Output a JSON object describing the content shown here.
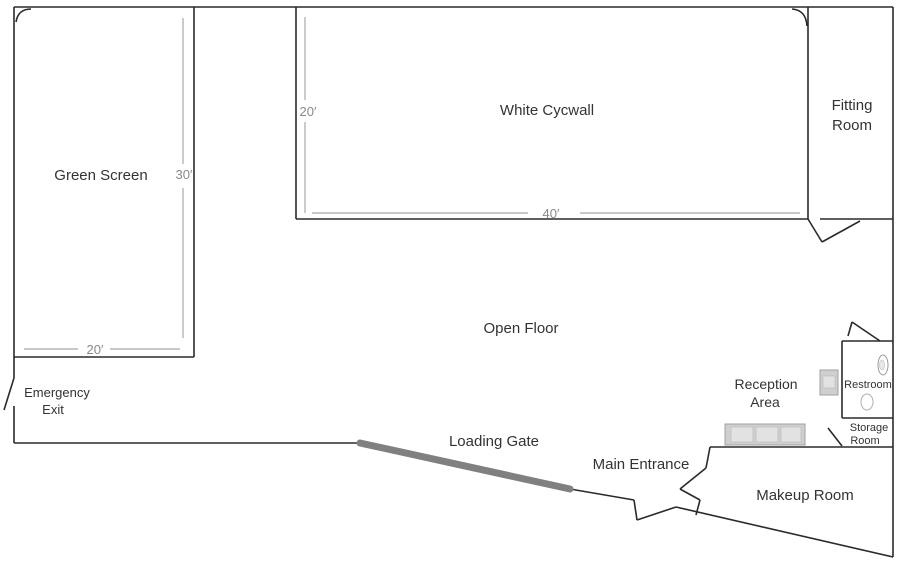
{
  "rooms": {
    "green_screen": "Green Screen",
    "white_cycwall": "White Cycwall",
    "fitting_room": [
      "Fitting",
      "Room"
    ],
    "open_floor": "Open Floor",
    "emergency_exit": [
      "Emergency",
      "Exit"
    ],
    "loading_gate": "Loading Gate",
    "main_entrance": "Main Entrance",
    "reception_area": [
      "Reception",
      "Area"
    ],
    "restroom": "Restroom",
    "storage_room": [
      "Storage",
      "Room"
    ],
    "makeup_room": "Makeup Room"
  },
  "dimensions": {
    "green_screen_depth": "30′",
    "green_screen_width": "20′",
    "cycwall_depth": "20′",
    "cycwall_width": "40′"
  },
  "colors": {
    "wall": "#2a2a2a",
    "gate": "#808080",
    "dimension": "#b5b5b5",
    "furniture": "#cfcfcf"
  }
}
